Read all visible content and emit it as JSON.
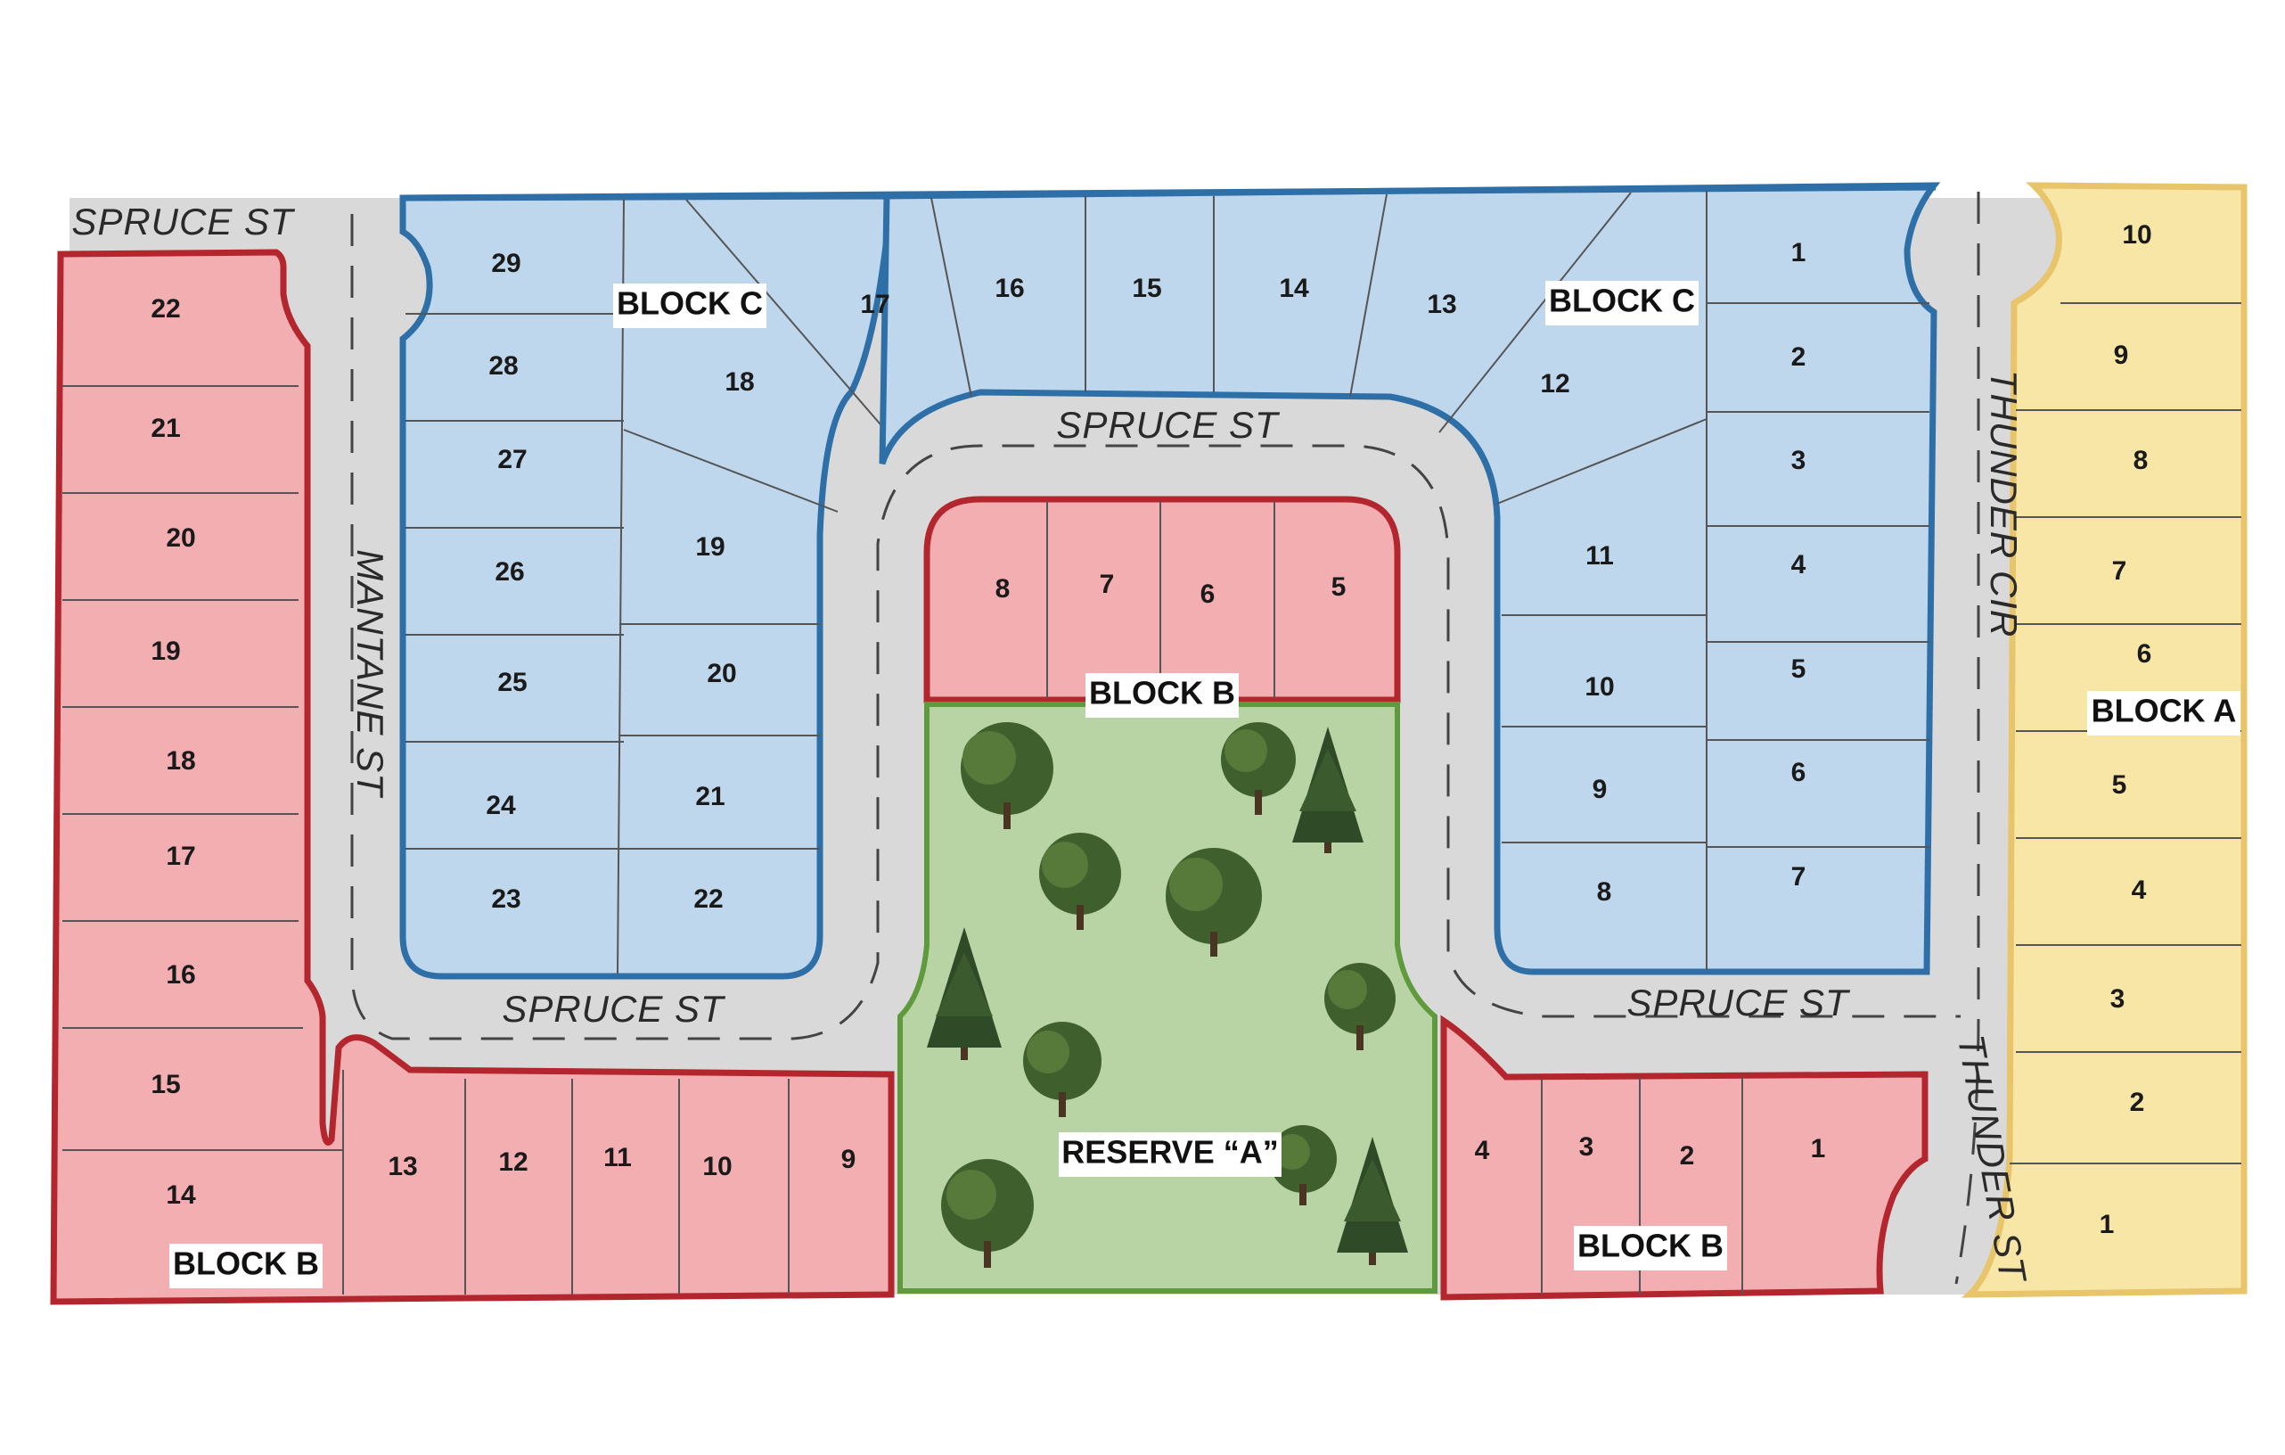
{
  "streets": {
    "spruce_top_left": "SPRUCE ST",
    "spruce_center": "SPRUCE ST",
    "spruce_bottom_left": "SPRUCE ST",
    "spruce_bottom_right": "SPRUCE ST",
    "mantane": "MANTANE ST",
    "thunder_cir": "THUNDER CIR",
    "thunder_st": "THUNDER ST"
  },
  "blocks": {
    "block_a": "BLOCK A",
    "block_b_left": "BLOCK B",
    "block_b_center": "BLOCK B",
    "block_b_right": "BLOCK B",
    "block_c_left": "BLOCK C",
    "block_c_right": "BLOCK C",
    "reserve": "RESERVE “A”"
  },
  "colors": {
    "block_a": "#f7e6a6",
    "block_b": "#f2aeb1",
    "block_c": "#bfd7ec",
    "reserve": "#b8d4a4",
    "road": "#d9d9d9"
  },
  "lots": {
    "block_a": [
      "10",
      "9",
      "8",
      "7",
      "6",
      "5",
      "4",
      "3",
      "2",
      "1"
    ],
    "block_b_left_column": [
      "22",
      "21",
      "20",
      "19",
      "18",
      "17",
      "16",
      "15",
      "14"
    ],
    "block_b_bottom_row": [
      "13",
      "12",
      "11",
      "10",
      "9"
    ],
    "block_b_center": [
      "8",
      "7",
      "6",
      "5"
    ],
    "block_b_right": [
      "4",
      "3",
      "2",
      "1"
    ],
    "block_c_left_outer": [
      "29",
      "28",
      "27",
      "26",
      "25",
      "24",
      "23"
    ],
    "block_c_left_inner": [
      "18",
      "19",
      "20",
      "21",
      "22"
    ],
    "block_c_top": [
      "17",
      "16",
      "15",
      "14",
      "13",
      "12",
      "11",
      "10",
      "9",
      "8"
    ],
    "block_c_right_column": [
      "1",
      "2",
      "3",
      "4",
      "5",
      "6",
      "7"
    ]
  },
  "icons": {
    "trees": "tree-icon"
  }
}
